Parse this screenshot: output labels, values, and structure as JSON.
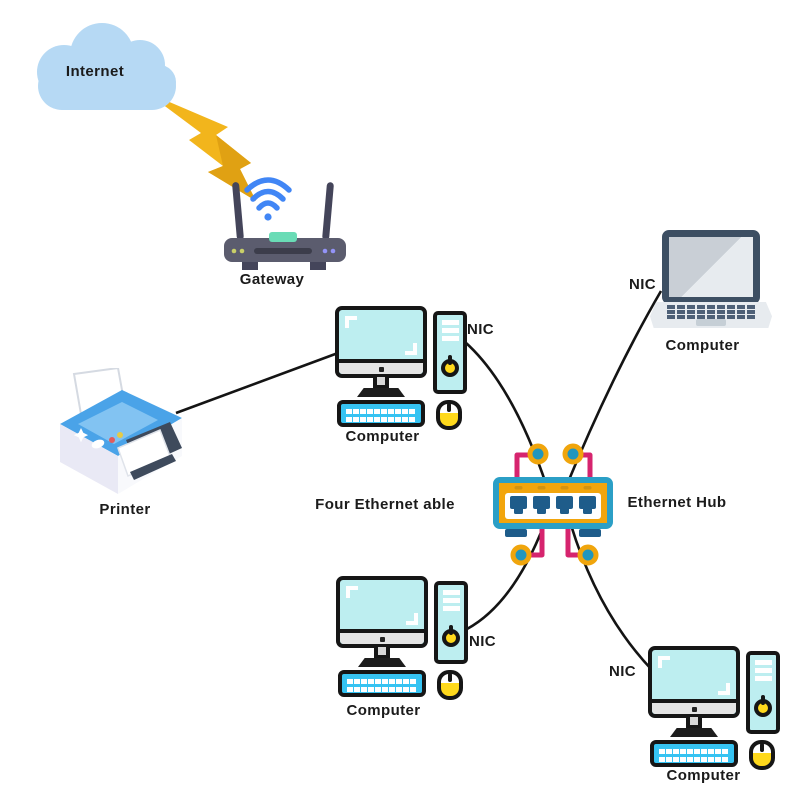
{
  "diagram": {
    "type": "network-topology",
    "nodes": {
      "internet": {
        "label": "Internet",
        "icon": "cloud-icon"
      },
      "gateway": {
        "label": "Gateway",
        "icon": "wifi-router-icon"
      },
      "printer": {
        "label": "Printer",
        "icon": "printer-icon"
      },
      "computer_center": {
        "label": "Computer",
        "nic_label": "NIC",
        "icon": "desktop-computer-icon"
      },
      "laptop": {
        "label": "Computer",
        "nic_label": "NIC",
        "icon": "laptop-icon"
      },
      "computer_bottom": {
        "label": "Computer",
        "nic_label": "NIC",
        "icon": "desktop-computer-icon"
      },
      "computer_right": {
        "label": "Computer",
        "nic_label": "NIC",
        "icon": "desktop-computer-icon"
      },
      "hub": {
        "label": "Ethernet Hub",
        "icon": "ethernet-hub-icon",
        "ports": 4
      },
      "cable_note": {
        "label": "Four Ethernet able"
      }
    },
    "edges": [
      {
        "from": "internet",
        "to": "gateway",
        "style": "lightning-bolt"
      },
      {
        "from": "printer",
        "to": "computer_center",
        "style": "straight-line"
      },
      {
        "from": "computer_center",
        "to": "hub",
        "style": "curved-line"
      },
      {
        "from": "laptop",
        "to": "hub",
        "style": "curved-line"
      },
      {
        "from": "hub",
        "to": "computer_bottom",
        "style": "curved-line"
      },
      {
        "from": "hub",
        "to": "computer_right",
        "style": "curved-line"
      }
    ],
    "colors": {
      "cloud_blue": "#b6d9f4",
      "lightning_gold": "#f2b51c",
      "lightning_dark_gold": "#e0a113",
      "edge_line": "#141414",
      "screen_cyan": "#bdeef0",
      "keyboard_blue": "#36c3f2",
      "accent_yellow": "#ffd91c",
      "hub_frame_teal": "#2b9fc6",
      "hub_face_yellow": "#f2a50c",
      "hub_port_navy": "#1e5c8a",
      "cable_pink": "#d6246e",
      "printer_blue": "#4aa3e8",
      "router_gray": "#5b5c6e",
      "wifi_blue": "#4186f5",
      "laptop_slate": "#3d4f63",
      "label_text": "#1b1b1b"
    }
  }
}
